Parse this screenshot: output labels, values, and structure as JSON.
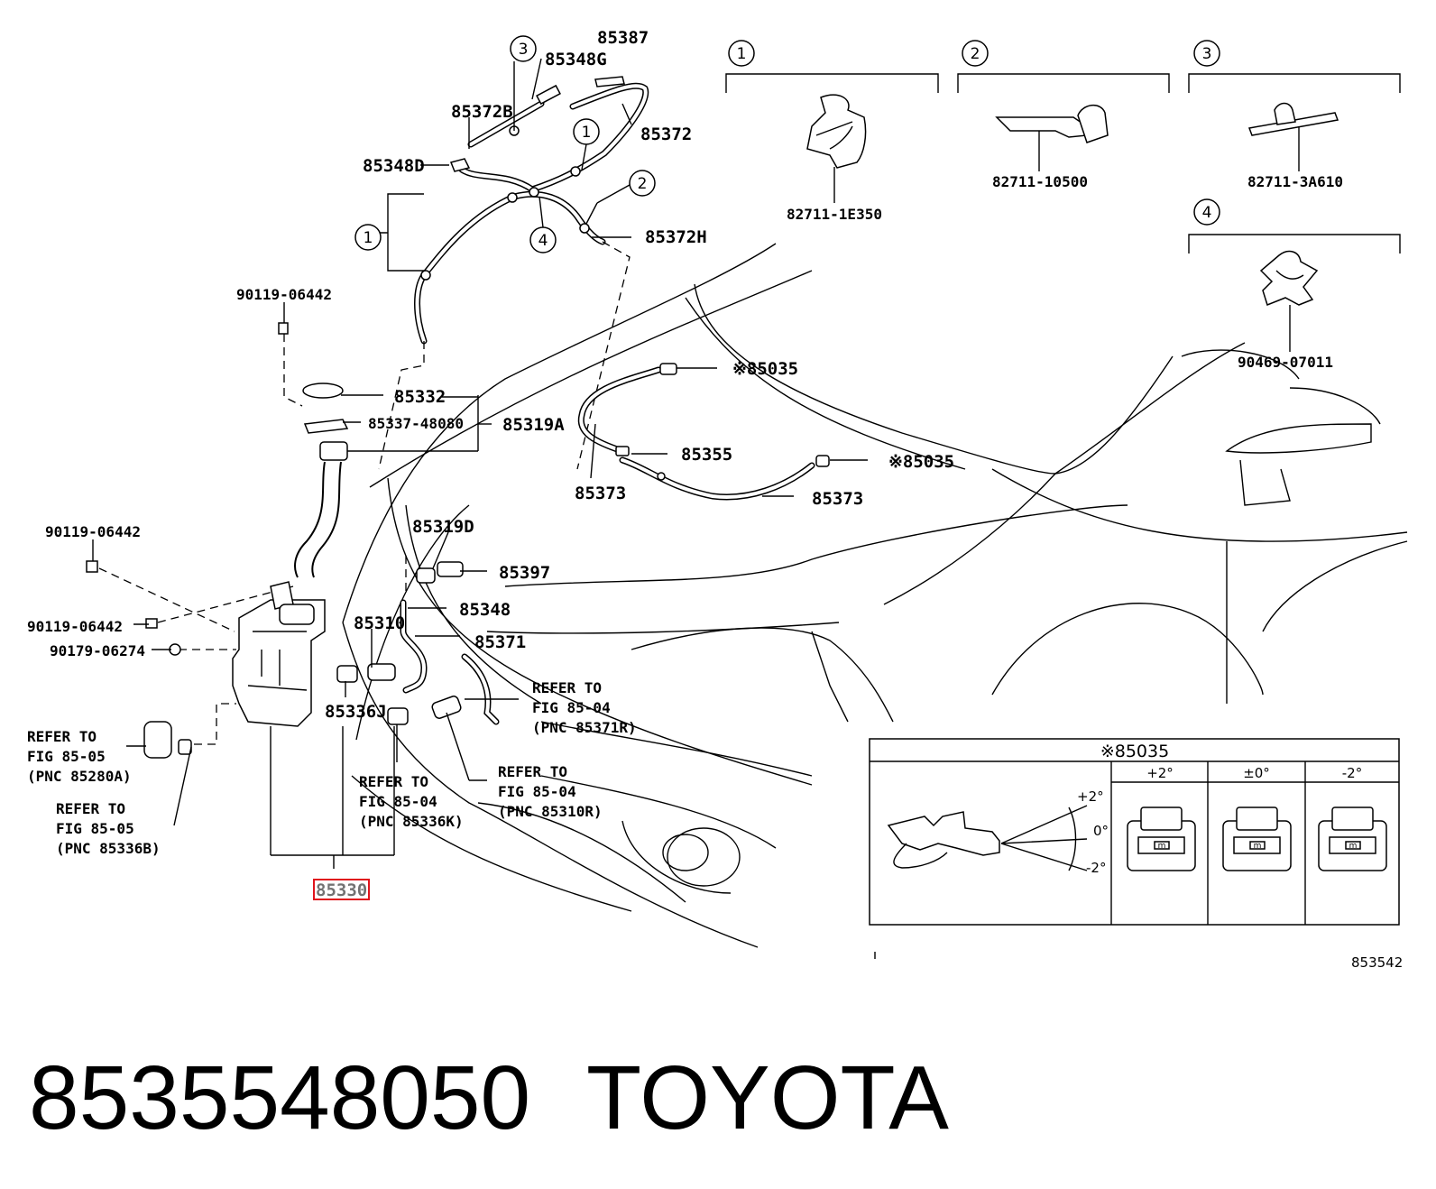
{
  "footer": {
    "part_number": "8535548050",
    "brand": "TOYOTA"
  },
  "diagram_id": "853542",
  "labels": {
    "p85387": "85387",
    "p85348G": "85348G",
    "p85372B": "85372B",
    "p85372": "85372",
    "p85348D": "85348D",
    "p85372H": "85372H",
    "p90119_top": "90119-06442",
    "p85332": "85332",
    "p85337": "85337-48080",
    "p85319A": "85319A",
    "p90119_mid": "90119-06442",
    "p90119_low": "90119-06442",
    "p90179": "90179-06274",
    "p85319D": "85319D",
    "p85397": "85397",
    "p85348": "85348",
    "p85310": "85310",
    "p85371": "85371",
    "p85336J": "85336J",
    "p85330": "85330",
    "p85035_a": "※85035",
    "p85035_b": "※85035",
    "p85355": "85355",
    "p85373_a": "85373",
    "p85373_b": "85373"
  },
  "refer_notes": {
    "r1": [
      "REFER TO",
      "FIG 85-05",
      "(PNC 85280A)"
    ],
    "r2": [
      "REFER TO",
      "FIG 85-05",
      "(PNC 85336B)"
    ],
    "r3": [
      "REFER TO",
      "FIG 85-04",
      "(PNC 85336K)"
    ],
    "r4": [
      "REFER TO",
      "FIG 85-04",
      "(PNC 85310R)"
    ],
    "r5": [
      "REFER TO",
      "FIG 85-04",
      "(PNC 85371R)"
    ]
  },
  "callouts": {
    "c1": "1",
    "c2": "2",
    "c3": "3",
    "c4": "4"
  },
  "insets": [
    {
      "num": "1",
      "part": "82711-1E350"
    },
    {
      "num": "2",
      "part": "82711-10500"
    },
    {
      "num": "3",
      "part": "82711-3A610"
    },
    {
      "num": "4",
      "part": "90469-07011"
    }
  ],
  "adjust_table": {
    "title": "※85035",
    "cols": [
      "+2°",
      "±0°",
      "-2°"
    ],
    "angles": [
      "+2°",
      "0°",
      "-2°"
    ],
    "block_mark": "m"
  },
  "colors": {
    "highlight": "#e0141c",
    "ink": "#000000"
  }
}
